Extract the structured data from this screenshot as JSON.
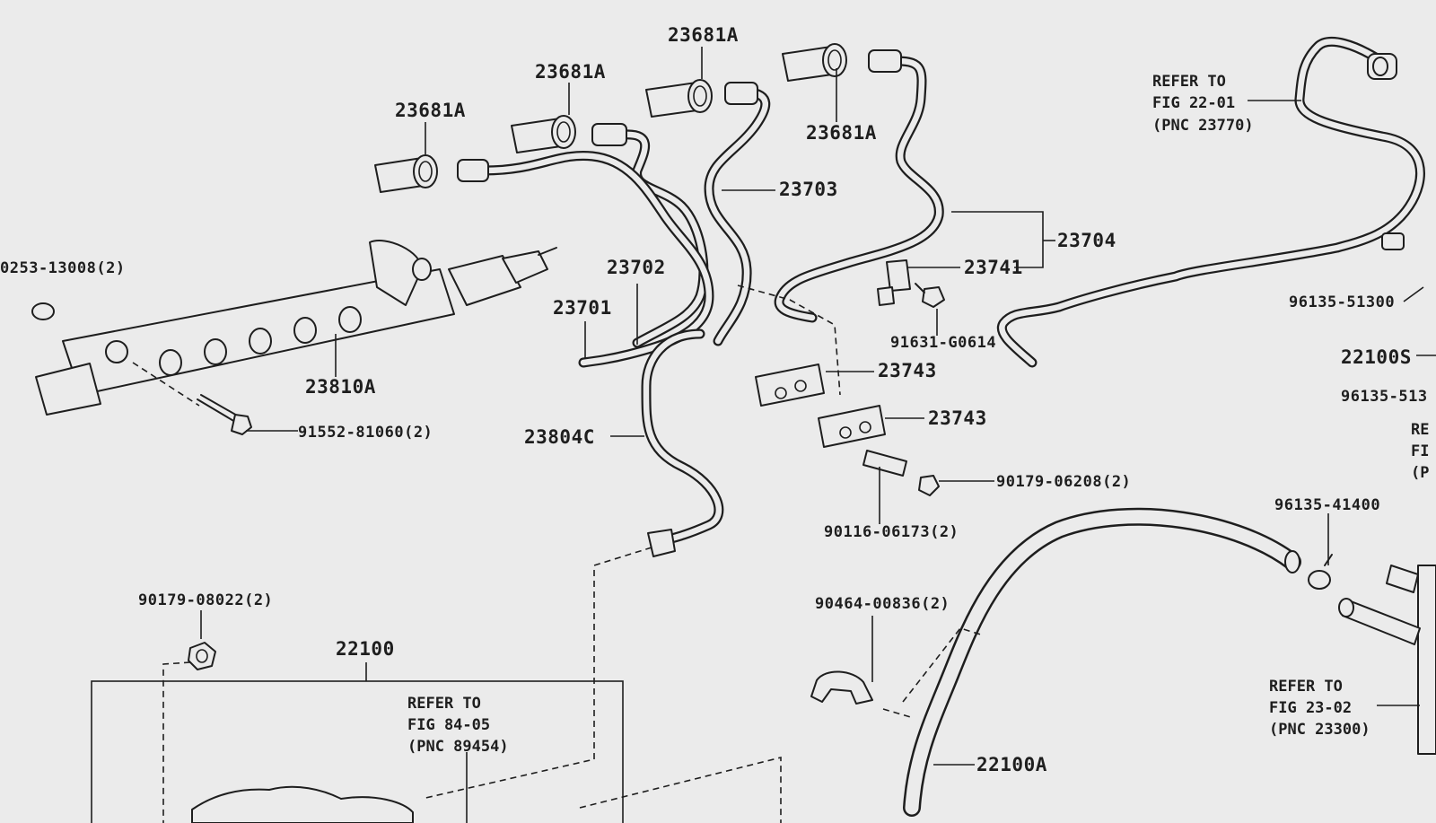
{
  "labels": {
    "p23681A_1": "23681A",
    "p23681A_2": "23681A",
    "p23681A_3": "23681A",
    "p23681A_4": "23681A",
    "p23703": "23703",
    "p23704": "23704",
    "p23741": "23741",
    "p23702": "23702",
    "p23701": "23701",
    "p23810A": "23810A",
    "p90253": "0253-13008(2)",
    "p91552": "91552-81060(2)",
    "p91631": "91631-G0614",
    "p23743a": "23743",
    "p23743b": "23743",
    "p23804C": "23804C",
    "p90179_06208": "90179-06208(2)",
    "p90116": "90116-06173(2)",
    "p96135_51300": "96135-51300",
    "p22100S": "22100S",
    "p96135_513": "96135-513",
    "p96135_41400": "96135-41400",
    "p90179_08022": "90179-08022(2)",
    "p22100": "22100",
    "p90464": "90464-00836(2)",
    "p22100A": "22100A"
  },
  "refs": {
    "fig22": {
      "line1": "REFER TO",
      "line2": "FIG 22-01",
      "line3": "(PNC 23770)"
    },
    "fig84": {
      "line1": "REFER TO",
      "line2": "FIG 84-05",
      "line3": "(PNC 89454)"
    },
    "fig23": {
      "line1": "REFER TO",
      "line2": "FIG 23-02",
      "line3": "(PNC 23300)"
    },
    "cut": {
      "line1": "RE",
      "line2": "FI",
      "line3": "(P"
    }
  }
}
